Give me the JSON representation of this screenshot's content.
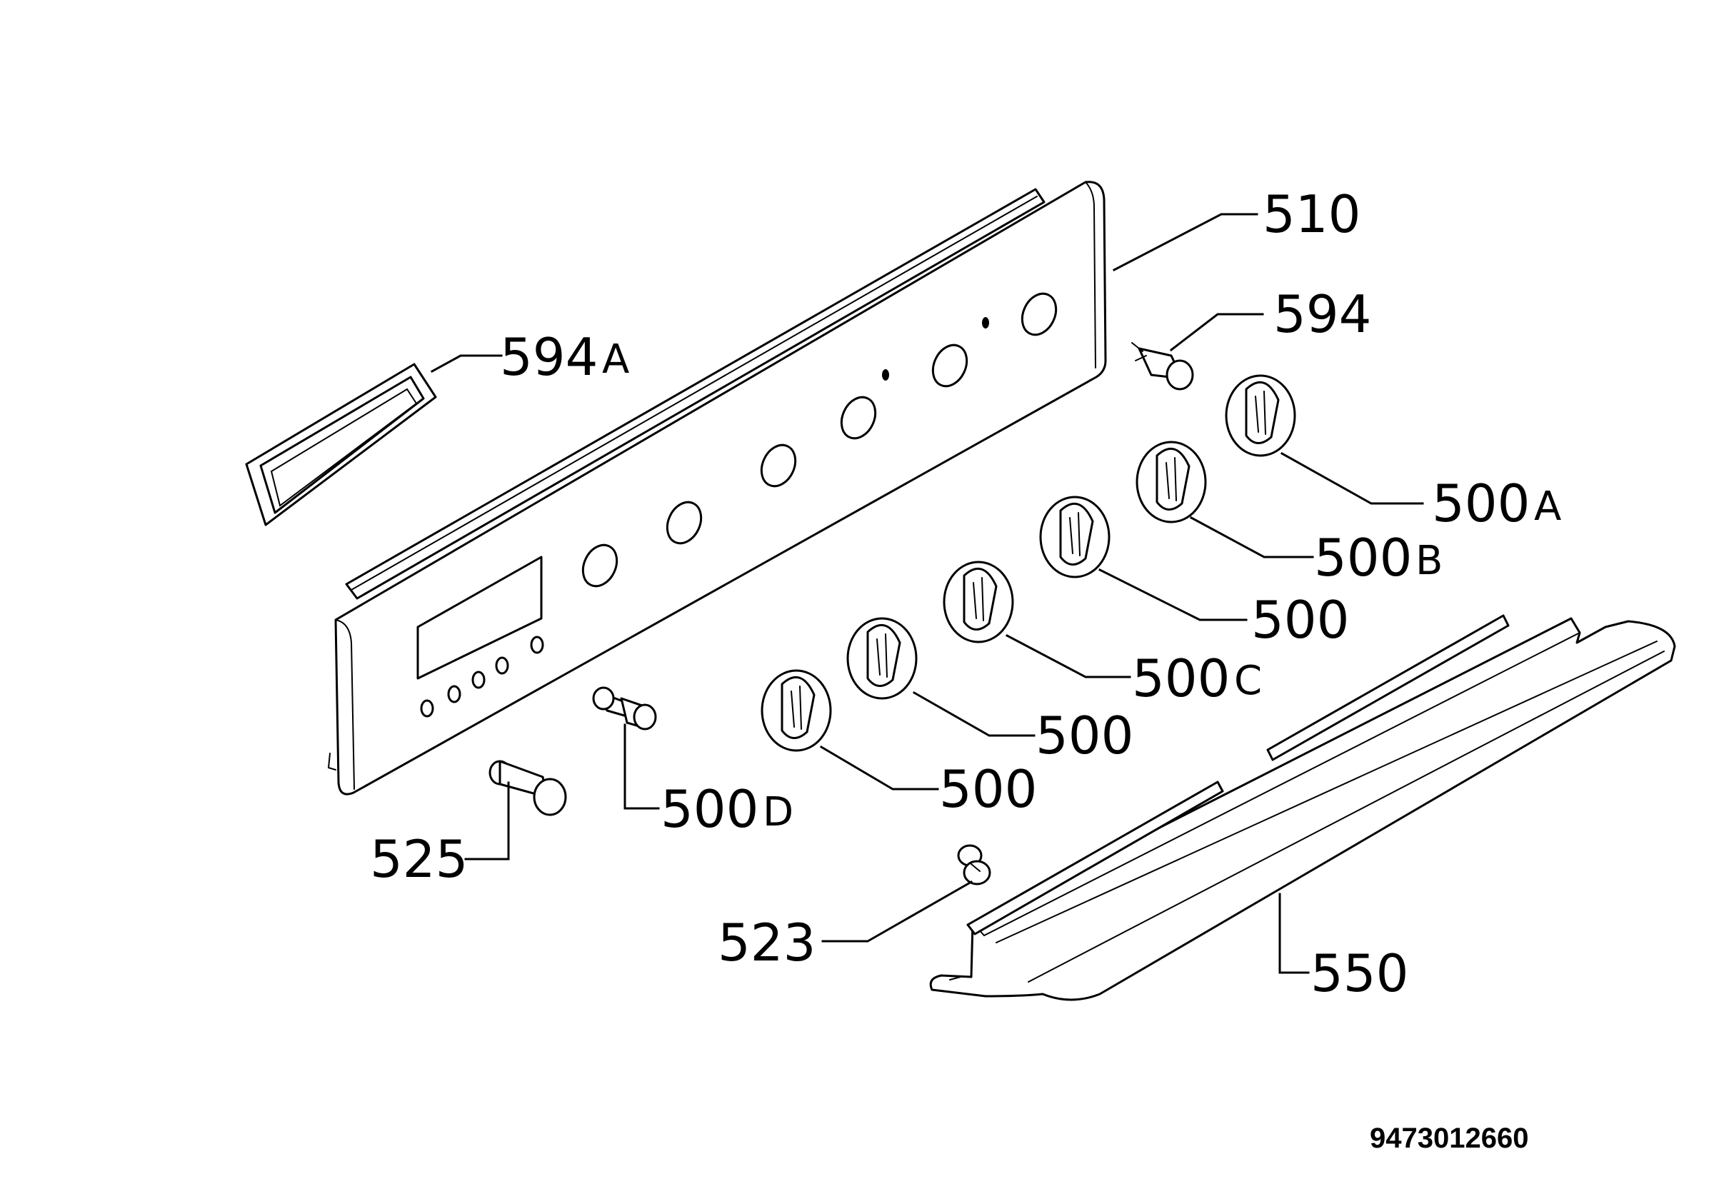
{
  "callouts": {
    "c510": "510",
    "c594": "594",
    "c594a": "594",
    "c594a_suffix": "A",
    "c500a": "500",
    "c500a_suffix": "A",
    "c500b": "500",
    "c500b_suffix": "B",
    "c500_1": "500",
    "c500c": "500",
    "c500c_suffix": "C",
    "c500_2": "500",
    "c500_3": "500",
    "c500d": "500",
    "c500d_suffix": "D",
    "c525": "525",
    "c523": "523",
    "c550": "550"
  },
  "document_number": "9473012660",
  "colors": {
    "line": "#000000",
    "background": "#ffffff"
  }
}
